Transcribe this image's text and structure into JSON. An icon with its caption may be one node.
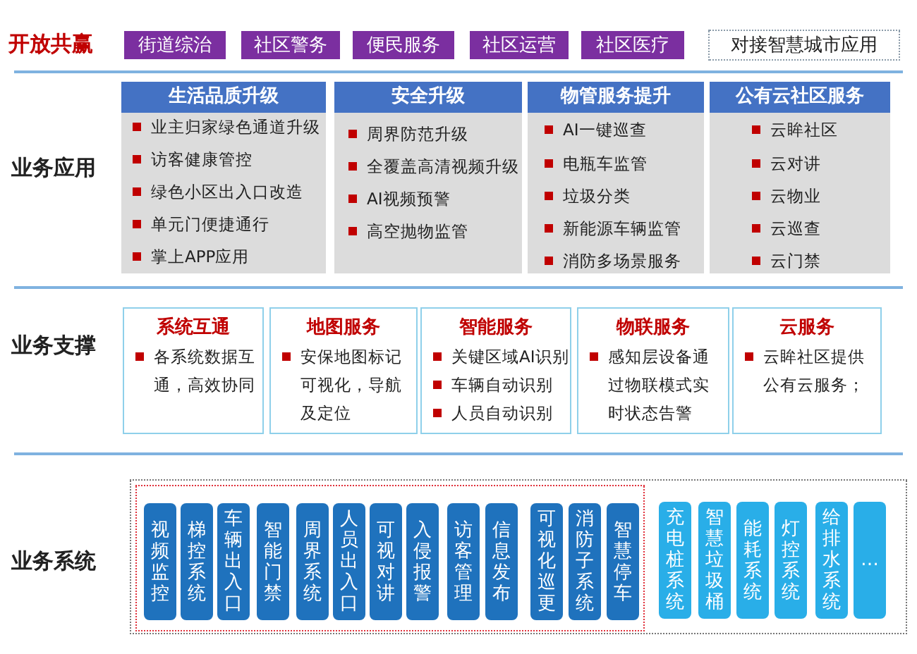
{
  "diagram": {
    "nodes": [
      {
        "text": [
          "街道综治"
        ]
      },
      {
        "text": [
          "社区警务"
        ]
      },
      {
        "text": [
          "便民服务"
        ]
      },
      {
        "text": [
          "社区运营"
        ]
      },
      {
        "text": [
          "社区医疗"
        ]
      },
      {
        "text": [
          "对接智慧城市应用"
        ]
      },
      {
        "text": [
          "生活品质升级",
          "业主归家绿色通道升级",
          "访客健康管控",
          "绿色小区出入口改造",
          "单元门便捷通行",
          "掌上APP应用"
        ]
      },
      {
        "text": [
          "安全升级",
          "周界防范升级",
          "全覆盖高清视频升级",
          "AI视频预警",
          "高空抛物监管"
        ]
      },
      {
        "text": [
          "物管服务提升",
          "AI一键巡查",
          "电瓶车监管",
          "垃圾分类",
          "新能源车辆监管",
          "消防多场景服务"
        ]
      },
      {
        "text": [
          "公有云社区服务",
          "云眸社区",
          "云对讲",
          "云物业",
          "云巡查",
          "云门禁"
        ]
      },
      {
        "text": [
          "系统互通",
          "各系统数据互通，高效协同"
        ]
      },
      {
        "text": [
          "地图服务",
          "安保地图标记可视化，导航及定位"
        ]
      },
      {
        "text": [
          "智能服务",
          "关键区域AI识别",
          "车辆自动识别",
          "人员自动识别"
        ]
      },
      {
        "text": [
          "物联服务",
          "感知层设备通过物联模式实时状态告警"
        ]
      },
      {
        "text": [
          "云服务",
          "云眸社区提供公有云服务；"
        ]
      },
      {
        "text": [],
        "shape": "box"
      },
      {
        "text": [],
        "shape": "box",
        "in": 15
      },
      {
        "text": [
          "视频监控"
        ],
        "in": 16
      },
      {
        "text": [
          "梯控系统"
        ],
        "in": 16
      },
      {
        "text": [
          "车辆出入口"
        ],
        "in": 16
      },
      {
        "text": [
          "智能门禁"
        ],
        "in": 16
      },
      {
        "text": [
          "周界系统"
        ],
        "in": 16
      },
      {
        "text": [
          "人员出入口"
        ],
        "in": 16
      },
      {
        "text": [
          "可视对讲"
        ],
        "in": 16
      },
      {
        "text": [
          "入侵报警"
        ],
        "in": 16
      },
      {
        "text": [
          "访客管理"
        ],
        "in": 16
      },
      {
        "text": [
          "信息发布"
        ],
        "in": 16
      },
      {
        "text": [
          "可视化巡更"
        ],
        "in": 16
      },
      {
        "text": [
          "消防子系统"
        ],
        "in": 16
      },
      {
        "text": [
          "智慧停车"
        ],
        "in": 16
      },
      {
        "text": [
          "充电桩系统"
        ],
        "in": 15
      },
      {
        "text": [
          "智慧垃圾桶"
        ],
        "in": 15
      },
      {
        "text": [
          "能耗系统"
        ],
        "in": 15
      },
      {
        "text": [
          "灯控系统"
        ],
        "in": 15
      },
      {
        "text": [
          "给排水系统"
        ],
        "in": 15
      },
      {
        "text": [
          "…"
        ],
        "in": 15
      }
    ],
    "labels": [
      "开放共赢",
      "业务应用",
      "业务支撑",
      "业务系统"
    ]
  }
}
